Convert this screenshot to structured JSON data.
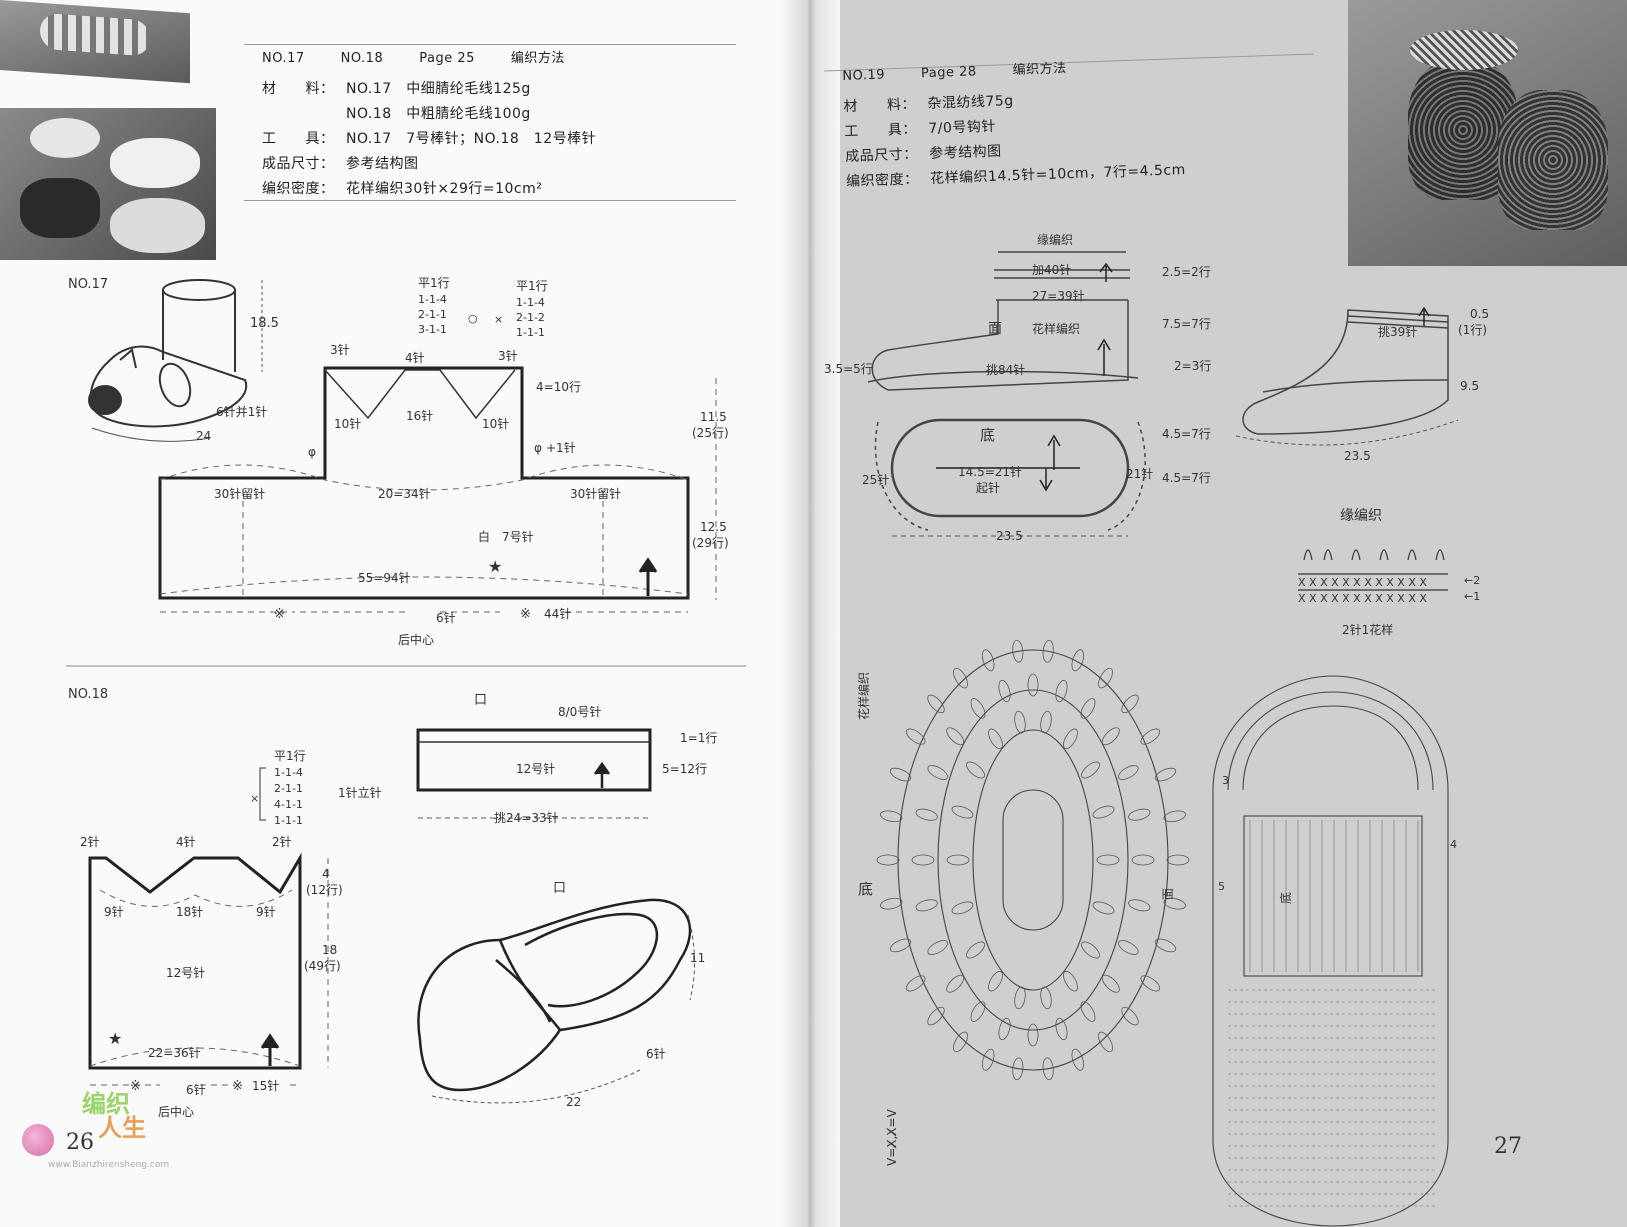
{
  "left": {
    "header": {
      "no17": "NO.17",
      "no18": "NO.18",
      "page": "Page 25",
      "title": "编织方法"
    },
    "materials": {
      "label": "材　　料：",
      "line1": "NO.17　中细腈纶毛线125g",
      "line2": "NO.18　中粗腈纶毛线100g"
    },
    "tools": {
      "label": "工　　具：",
      "value": "NO.17　7号棒针；NO.18　12号棒针"
    },
    "size": {
      "label": "成品尺寸：",
      "value": "参考结构图"
    },
    "gauge": {
      "label": "编织密度：",
      "value": "花样编织30针×29行=10cm²"
    },
    "no17": {
      "title": "NO.17",
      "h": "18.5",
      "len": "24",
      "dec": "6针并1针",
      "st3a": "3针",
      "st4": "4针",
      "st3b": "3针",
      "dec_left_title": "平1行",
      "dec_left": [
        "1-1-4",
        "2-1-1",
        "3-1-1"
      ],
      "dec_right_title": "平1行",
      "dec_right": [
        "1-1-4",
        "2-1-2",
        "1-1-1"
      ],
      "circle": "○",
      "cross": "×",
      "side": "4=10行",
      "st10a": "10针",
      "st16": "16针",
      "st10b": "10针",
      "plus1": "+1针",
      "h1": "11.5",
      "h1r": "(25行)",
      "hold_l": "30针留针",
      "mid": "20=34针",
      "hold_r": "30针留针",
      "color": "白　7号针",
      "h2": "12.5",
      "h2r": "(29行)",
      "bottom": "55=94针",
      "st44": "44针",
      "st6": "6针",
      "center": "后中心",
      "sym1": "※",
      "sym2": "※",
      "star": "★",
      "wave": "φ"
    },
    "no18": {
      "title": "NO.18",
      "dec_title": "平1行",
      "dec": [
        "1-1-4",
        "2-1-1",
        "4-1-1",
        "1-1-1"
      ],
      "dec_note": "1针立针",
      "cross": "×",
      "st2a": "2针",
      "st4": "4针",
      "st2b": "2针",
      "h1": "4",
      "h1r": "(12行)",
      "st9a": "9针",
      "st18": "18针",
      "st9b": "9针",
      "h2": "18",
      "h2r": "(49行)",
      "needle": "12号针",
      "bottom": "22=36针",
      "st6": "6针",
      "st15": "15针",
      "center": "后中心",
      "sym1": "※",
      "sym2": "※",
      "star": "★"
    },
    "opening": {
      "label": "口",
      "needle_top": "8/0号针",
      "r1": "1=1行",
      "needle": "12号针",
      "r2": "5=12行",
      "bottom": "挑24=33针"
    },
    "slipper": {
      "label": "口",
      "h": "11",
      "st": "6针",
      "len": "22"
    },
    "page_number": "26",
    "watermark": {
      "l1": "编织",
      "l2": "人生",
      "url": "www.Bianzhirensheng.com"
    }
  },
  "right": {
    "header": {
      "no": "NO.19",
      "page": "Page 28",
      "title": "编织方法"
    },
    "materials": {
      "label": "材　　料：",
      "value": "杂混纺线75g"
    },
    "tools": {
      "label": "工　　具：",
      "value": "7/0号钩针"
    },
    "size": {
      "label": "成品尺寸：",
      "value": "参考结构图"
    },
    "gauge": {
      "label": "编织密度：",
      "value": "花样编织14.5针=10cm，7行=4.5cm"
    },
    "diagram": {
      "edge": "缘编织",
      "add40": "加40针",
      "r27": "27=39针",
      "r2_5": "2.5=2行",
      "face": "面",
      "pattern": "花样编织",
      "r7_5": "7.5=7行",
      "r3_5": "3.5=5行",
      "pick84": "挑84针",
      "r2_3": "2=3行",
      "sole": "底",
      "r4_5a": "4.5=7行",
      "st25": "25针",
      "chain": "14.5=21针",
      "start": "起针",
      "st21": "21针",
      "r4_5b": "4.5=7行",
      "len": "23.5"
    },
    "boot": {
      "pick39": "挑39针",
      "r05": "0.5",
      "r05r": "(1行)",
      "h": "9.5",
      "len": "23.5"
    },
    "edging": {
      "title": "缘编织",
      "r2": "←2",
      "r1": "←1",
      "rep": "2针1花样"
    },
    "chart": {
      "pattern_v": "花样编织",
      "sole_v": "底",
      "face_v": "面",
      "sole_inner": "底",
      "legend": "V=X̸,X̸=V",
      "n3": "3",
      "n4": "4",
      "n5": "5"
    },
    "page_number": "27"
  }
}
